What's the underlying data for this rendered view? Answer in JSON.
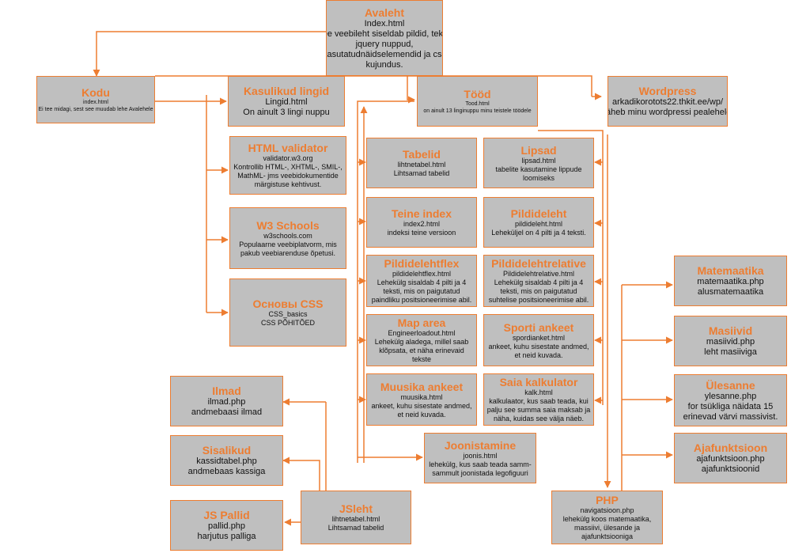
{
  "colors": {
    "accent": "#ed7d31",
    "box": "#bfbfbf"
  },
  "nodes": [
    {
      "id": "avaleht",
      "title": "Avaleht",
      "lines": [
        "Index.html",
        "See veebileht siseldab pildid, tekst,",
        "jquery nuppud,",
        "kasutatudnäidselemendid ja css",
        "kujundus."
      ]
    },
    {
      "id": "kodu",
      "title": "Kodu",
      "lines": [
        "index.html",
        "Ei tee midagi, sest see muudab lehe Avalehele"
      ]
    },
    {
      "id": "kasulikud",
      "title": "Kasulikud lingid",
      "lines": [
        "Lingid.html",
        "On ainult 3 lingi nuppu"
      ]
    },
    {
      "id": "tood",
      "title": "Tööd",
      "lines": [
        "Tood.html",
        "on ainult 13 linginuppu minu teistele töödele"
      ]
    },
    {
      "id": "wordpress",
      "title": "Wordpress",
      "lines": [
        "arkadikorotots22.thkit.ee/wp/",
        "läheb minu wordpressi pealehele"
      ]
    },
    {
      "id": "htmlval",
      "title": "HTML validator",
      "lines": [
        "validator.w3.org",
        "Kontrollib HTML-, XHTML-, SMIL-,",
        "MathML- jms veebidokumentide",
        "märgistuse kehtivust."
      ]
    },
    {
      "id": "w3",
      "title": "W3 Schools",
      "lines": [
        "w3schools.com",
        "Populaarne veebiplatvorm, mis",
        "pakub veebiarenduse õpetusi."
      ]
    },
    {
      "id": "css",
      "title": "Основы CSS",
      "lines": [
        "CSS_basics",
        "CSS PÕHITÕED"
      ]
    },
    {
      "id": "tabelid",
      "title": "Tabelid",
      "lines": [
        "lihtnetabel.html",
        "Lihtsamad tabelid"
      ]
    },
    {
      "id": "lipsad",
      "title": "Lipsad",
      "lines": [
        "lipsad.html",
        "tabelite kasutamine lippude",
        "loomiseks"
      ]
    },
    {
      "id": "teine",
      "title": "Teine index",
      "lines": [
        "index2.html",
        "indeksi teine versioon"
      ]
    },
    {
      "id": "pildileht",
      "title": "Pildideleht",
      "lines": [
        "pildideleht.html",
        "Leheküljel on 4 pilti ja 4 teksti."
      ]
    },
    {
      "id": "pflex",
      "title": "Pildidelehtflex",
      "lines": [
        "pildidelehtflex.html",
        "Lehekülg sisaldab 4 pilti ja 4",
        "teksti, mis on paigutatud",
        "paindliku positsioneerimise abil."
      ]
    },
    {
      "id": "prel",
      "title": "Pildidelehtrelative",
      "lines": [
        "Pildidelehtrelative.html",
        "Lehekülg sisaldab 4 pilti ja 4",
        "teksti, mis on paigutatud",
        "suhtelise positsioneerimise abil."
      ]
    },
    {
      "id": "maparea",
      "title": "Map area",
      "lines": [
        "Engineerloadout.html",
        "Lehekülg aladega, millel saab",
        "klõpsata, et näha erinevaid",
        "tekste"
      ]
    },
    {
      "id": "sporti",
      "title": "Sporti ankeet",
      "lines": [
        "spordianket.html",
        "ankeet, kuhu sisestate andmed,",
        "et neid kuvada."
      ]
    },
    {
      "id": "muusika",
      "title": "Muusika ankeet",
      "lines": [
        "muusika.html",
        "ankeet, kuhu sisestate andmed,",
        "et neid kuvada."
      ]
    },
    {
      "id": "saia",
      "title": "Saia kalkulator",
      "lines": [
        "kalk.html",
        "kalkulaator, kus saab teada, kui",
        "palju see summa saia maksab ja",
        "näha, kuidas see välja näeb."
      ]
    },
    {
      "id": "joonis",
      "title": "Joonistamine",
      "lines": [
        "joonis.html",
        "lehekülg, kus saab teada samm-",
        "sammult joonistada legofiguuri"
      ]
    },
    {
      "id": "ilmad",
      "title": "Ilmad",
      "lines": [
        "ilmad.php",
        "andmebaasi ilmad"
      ]
    },
    {
      "id": "sisalikud",
      "title": "Sisalikud",
      "lines": [
        "kassidtabel.php",
        "andmebaas kassiga"
      ]
    },
    {
      "id": "jspallid",
      "title": "JS Pallid",
      "lines": [
        "pallid.php",
        "harjutus palliga"
      ]
    },
    {
      "id": "jsleht",
      "title": "JSleht",
      "lines": [
        "lihtnetabel.html",
        "Lihtsamad tabelid"
      ]
    },
    {
      "id": "php",
      "title": "PHP",
      "lines": [
        "navigatsioon.php",
        "lehekülg koos matemaatika,",
        "massiivi, ülesande ja",
        "ajafunktsiooniga"
      ]
    },
    {
      "id": "matem",
      "title": "Matemaatika",
      "lines": [
        "matemaatika.php",
        "alusmatemaatika"
      ]
    },
    {
      "id": "massiivid",
      "title": "Masiivid",
      "lines": [
        "masiivid.php",
        "leht masiiviga"
      ]
    },
    {
      "id": "ulesanne",
      "title": "Ülesanne",
      "lines": [
        "ylesanne.php",
        "for tsükliga näidata 15",
        "erinevad värvi massivist."
      ]
    },
    {
      "id": "ajafunk",
      "title": "Ajafunktsioon",
      "lines": [
        "ajafunktsioon.php",
        "ajafunktsioonid"
      ]
    }
  ]
}
